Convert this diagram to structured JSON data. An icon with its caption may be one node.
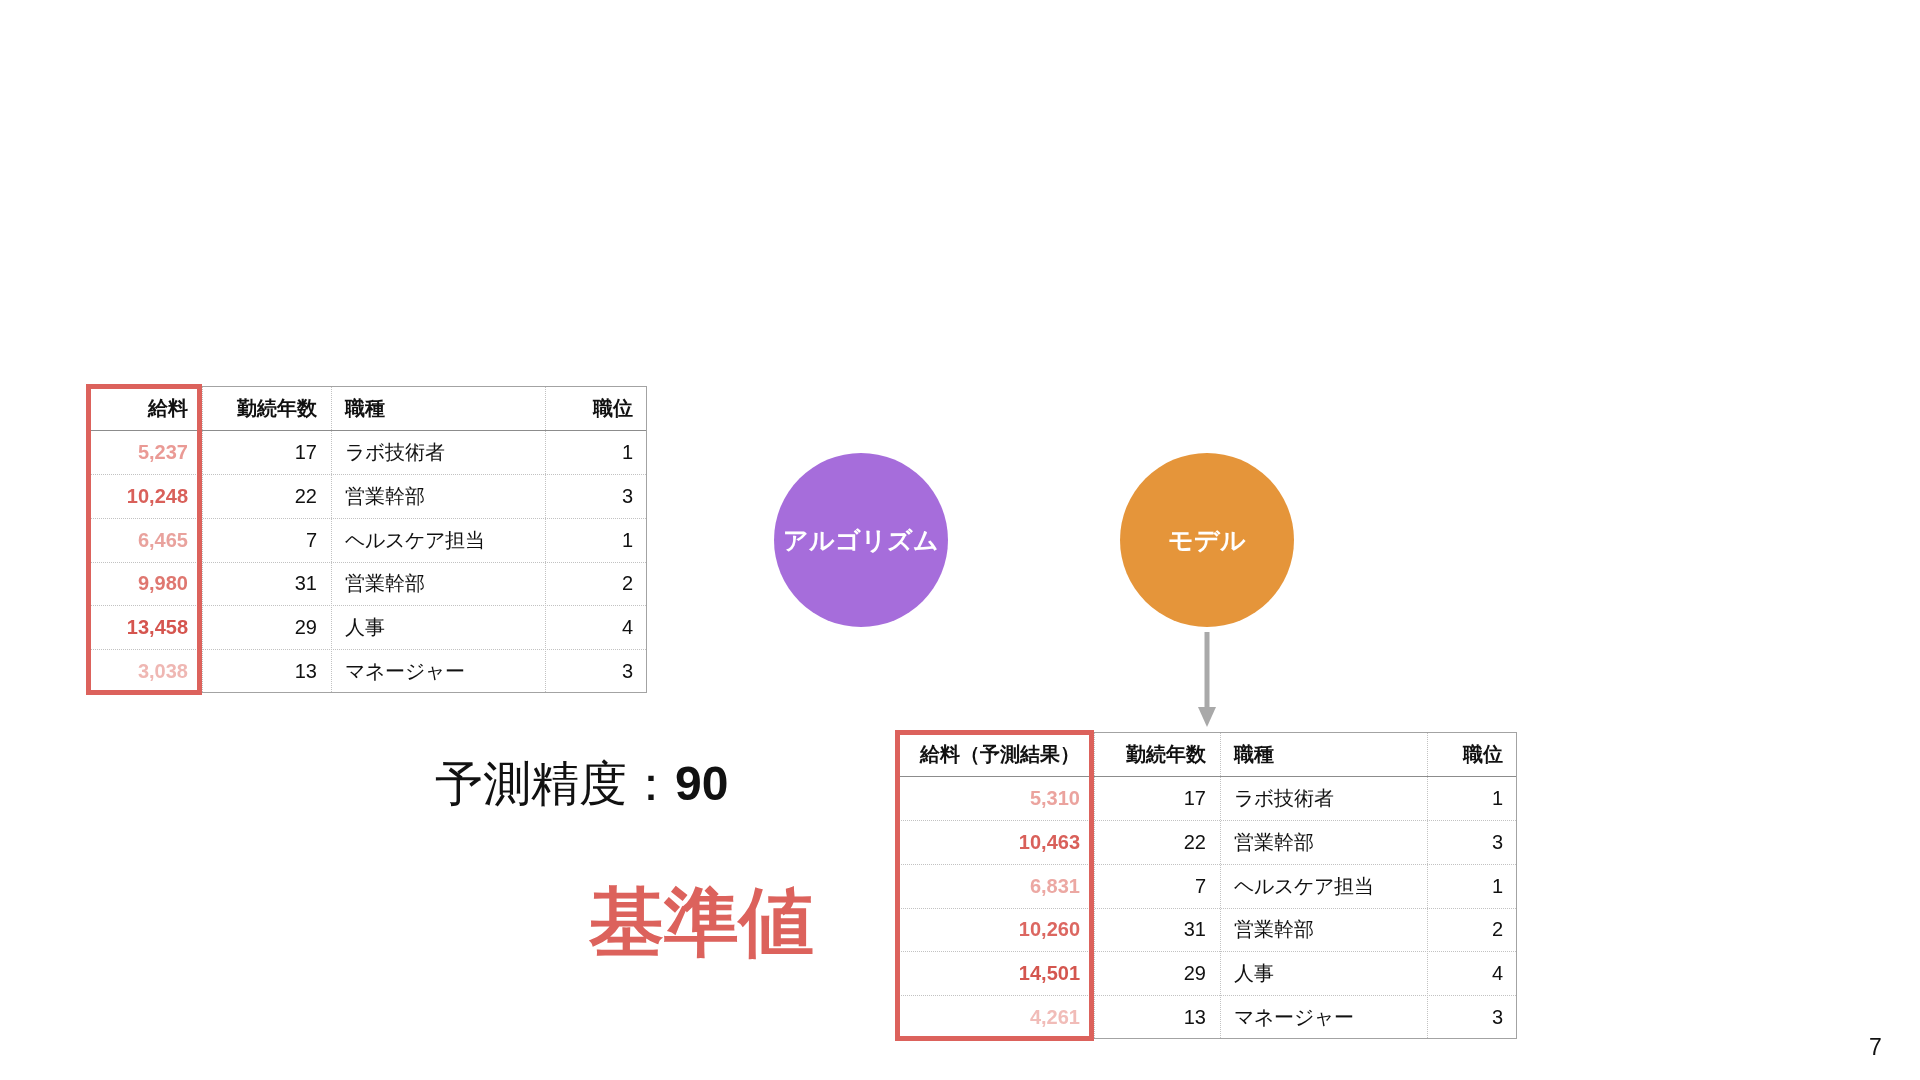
{
  "diagram": {
    "nodes": [
      {
        "text": [
          "給料",
          "勤続年数",
          "職種",
          "職位",
          "5,237",
          "17",
          "ラボ技術者",
          "1",
          "10,248",
          "22",
          "営業幹部",
          "3",
          "6,465",
          "7",
          "ヘルスケア担当",
          "1",
          "9,980",
          "31",
          "営業幹部",
          "2",
          "13,458",
          "29",
          "人事",
          "4",
          "3,038",
          "13",
          "マネージャー",
          "3"
        ]
      },
      {
        "text": [
          "アルゴリズム"
        ]
      },
      {
        "text": [
          "モデル"
        ]
      },
      {
        "text": [
          "給料（予測結果）",
          "勤続年数",
          "職種",
          "職位",
          "5,310",
          "17",
          "ラボ技術者",
          "1",
          "10,463",
          "22",
          "営業幹部",
          "3",
          "6,831",
          "7",
          "ヘルスケア担当",
          "1",
          "10,260",
          "31",
          "営業幹部",
          "2",
          "14,501",
          "29",
          "人事",
          "4",
          "4,261",
          "13",
          "マネージャー",
          "3"
        ]
      }
    ],
    "edges": [
      {
        "from": 2,
        "to": 3,
        "arrow": "to"
      }
    ],
    "labels": [
      "予測精度：**90**",
      "基準値",
      "7"
    ]
  }
}
